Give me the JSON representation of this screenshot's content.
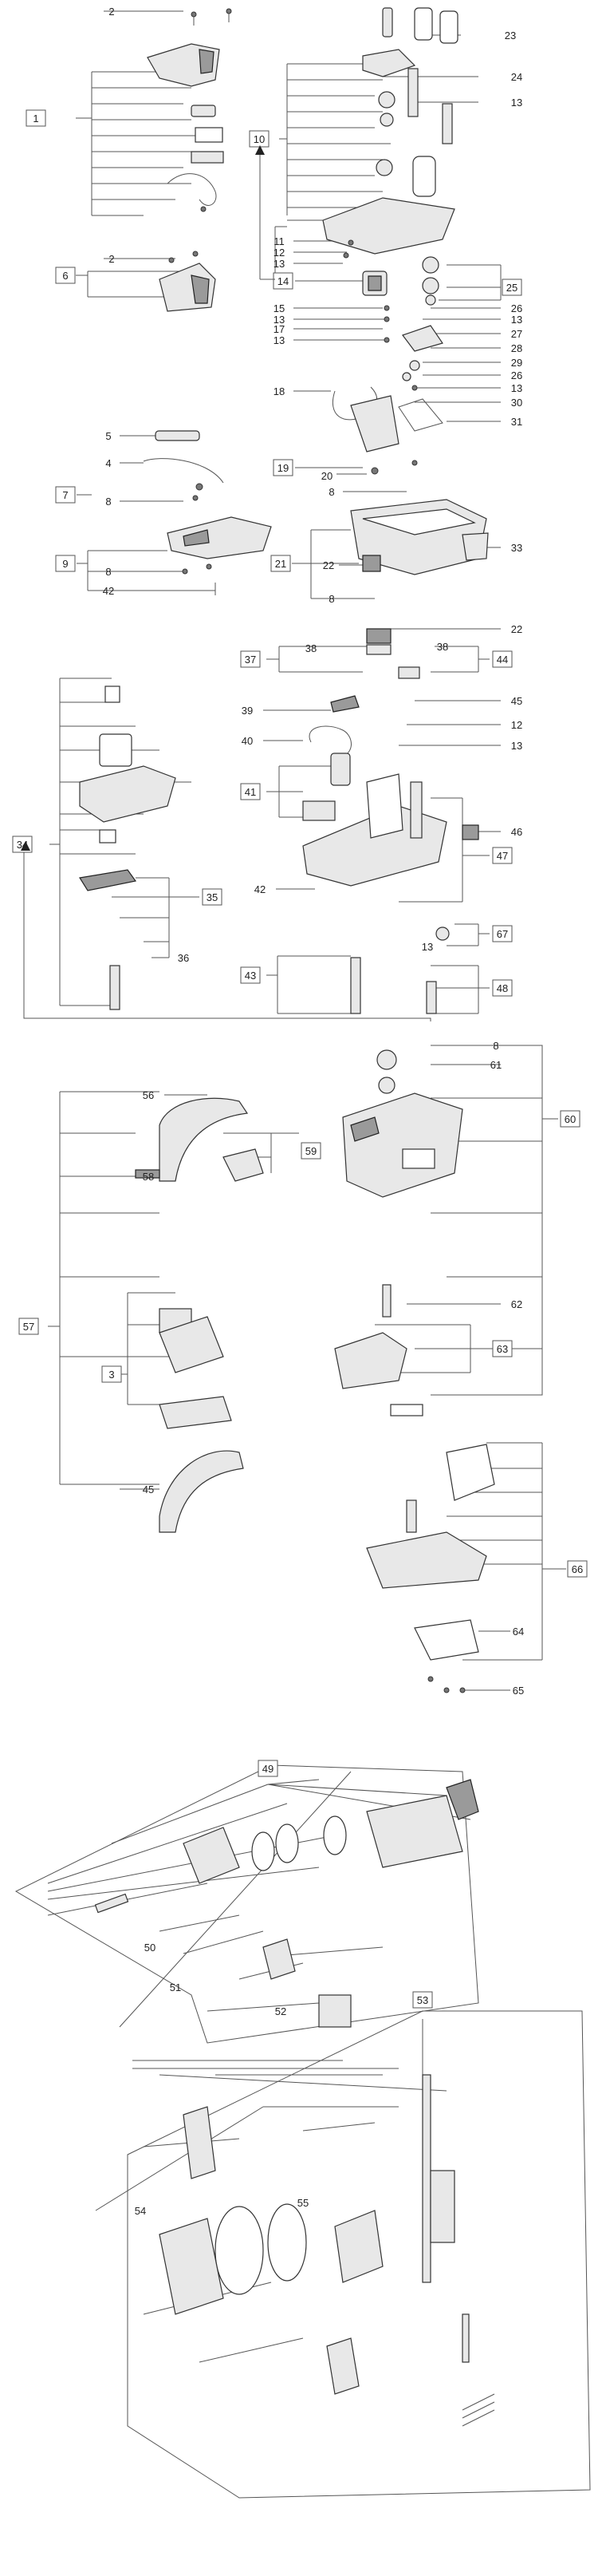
{
  "callouts": [
    {
      "id": "c1",
      "label": "1",
      "boxed": true
    },
    {
      "id": "c2a",
      "label": "2"
    },
    {
      "id": "c23",
      "label": "23"
    },
    {
      "id": "c24",
      "label": "24"
    },
    {
      "id": "c13a",
      "label": "13"
    },
    {
      "id": "c10",
      "label": "10",
      "boxed": true
    },
    {
      "id": "c6",
      "label": "6",
      "boxed": true
    },
    {
      "id": "c2b",
      "label": "2"
    },
    {
      "id": "c11",
      "label": "11"
    },
    {
      "id": "c12a",
      "label": "12"
    },
    {
      "id": "c13b",
      "label": "13"
    },
    {
      "id": "c14",
      "label": "14",
      "boxed": true
    },
    {
      "id": "c25",
      "label": "25",
      "boxed": true
    },
    {
      "id": "c15",
      "label": "15"
    },
    {
      "id": "c13c",
      "label": "13"
    },
    {
      "id": "c17",
      "label": "17"
    },
    {
      "id": "c13d",
      "label": "13"
    },
    {
      "id": "c26a",
      "label": "26"
    },
    {
      "id": "c13e",
      "label": "13"
    },
    {
      "id": "c27",
      "label": "27"
    },
    {
      "id": "c28",
      "label": "28"
    },
    {
      "id": "c29",
      "label": "29"
    },
    {
      "id": "c26b",
      "label": "26"
    },
    {
      "id": "c13f",
      "label": "13"
    },
    {
      "id": "c30",
      "label": "30"
    },
    {
      "id": "c31",
      "label": "31"
    },
    {
      "id": "c18",
      "label": "18"
    },
    {
      "id": "c5",
      "label": "5"
    },
    {
      "id": "c4",
      "label": "4"
    },
    {
      "id": "c19",
      "label": "19",
      "boxed": true
    },
    {
      "id": "c20",
      "label": "20"
    },
    {
      "id": "c7",
      "label": "7",
      "boxed": true
    },
    {
      "id": "c8a",
      "label": "8"
    },
    {
      "id": "c8b",
      "label": "8"
    },
    {
      "id": "c9",
      "label": "9",
      "boxed": true
    },
    {
      "id": "c21",
      "label": "21",
      "boxed": true
    },
    {
      "id": "c22a",
      "label": "22"
    },
    {
      "id": "c33",
      "label": "33"
    },
    {
      "id": "c8c",
      "label": "8"
    },
    {
      "id": "c42a",
      "label": "42"
    },
    {
      "id": "c8d",
      "label": "8"
    },
    {
      "id": "c22b",
      "label": "22"
    },
    {
      "id": "c37",
      "label": "37",
      "boxed": true
    },
    {
      "id": "c38a",
      "label": "38"
    },
    {
      "id": "c38b",
      "label": "38"
    },
    {
      "id": "c44",
      "label": "44",
      "boxed": true
    },
    {
      "id": "c45a",
      "label": "45"
    },
    {
      "id": "c39",
      "label": "39"
    },
    {
      "id": "c12b",
      "label": "12"
    },
    {
      "id": "c40",
      "label": "40"
    },
    {
      "id": "c13g",
      "label": "13"
    },
    {
      "id": "c34",
      "label": "34",
      "boxed": true
    },
    {
      "id": "c41",
      "label": "41",
      "boxed": true
    },
    {
      "id": "c46",
      "label": "46"
    },
    {
      "id": "c47",
      "label": "47",
      "boxed": true
    },
    {
      "id": "c35",
      "label": "35",
      "boxed": true
    },
    {
      "id": "c42b",
      "label": "42"
    },
    {
      "id": "c36",
      "label": "36"
    },
    {
      "id": "c67",
      "label": "67",
      "boxed": true
    },
    {
      "id": "c13h",
      "label": "13"
    },
    {
      "id": "c43",
      "label": "43",
      "boxed": true
    },
    {
      "id": "c48",
      "label": "48",
      "boxed": true
    },
    {
      "id": "c8e",
      "label": "8"
    },
    {
      "id": "c61",
      "label": "61"
    },
    {
      "id": "c56",
      "label": "56"
    },
    {
      "id": "c60",
      "label": "60",
      "boxed": true
    },
    {
      "id": "c59",
      "label": "59",
      "boxed": true
    },
    {
      "id": "c58",
      "label": "58"
    },
    {
      "id": "c57",
      "label": "57",
      "boxed": true
    },
    {
      "id": "c3",
      "label": "3",
      "boxed": true
    },
    {
      "id": "c62",
      "label": "62"
    },
    {
      "id": "c63",
      "label": "63",
      "boxed": true
    },
    {
      "id": "c45b",
      "label": "45"
    },
    {
      "id": "c66",
      "label": "66",
      "boxed": true
    },
    {
      "id": "c64",
      "label": "64"
    },
    {
      "id": "c65",
      "label": "65"
    },
    {
      "id": "c49",
      "label": "49",
      "boxed": true
    },
    {
      "id": "c50",
      "label": "50"
    },
    {
      "id": "c51",
      "label": "51"
    },
    {
      "id": "c52",
      "label": "52"
    },
    {
      "id": "c53",
      "label": "53",
      "boxed": true
    },
    {
      "id": "c54",
      "label": "54"
    },
    {
      "id": "c55",
      "label": "55"
    }
  ]
}
